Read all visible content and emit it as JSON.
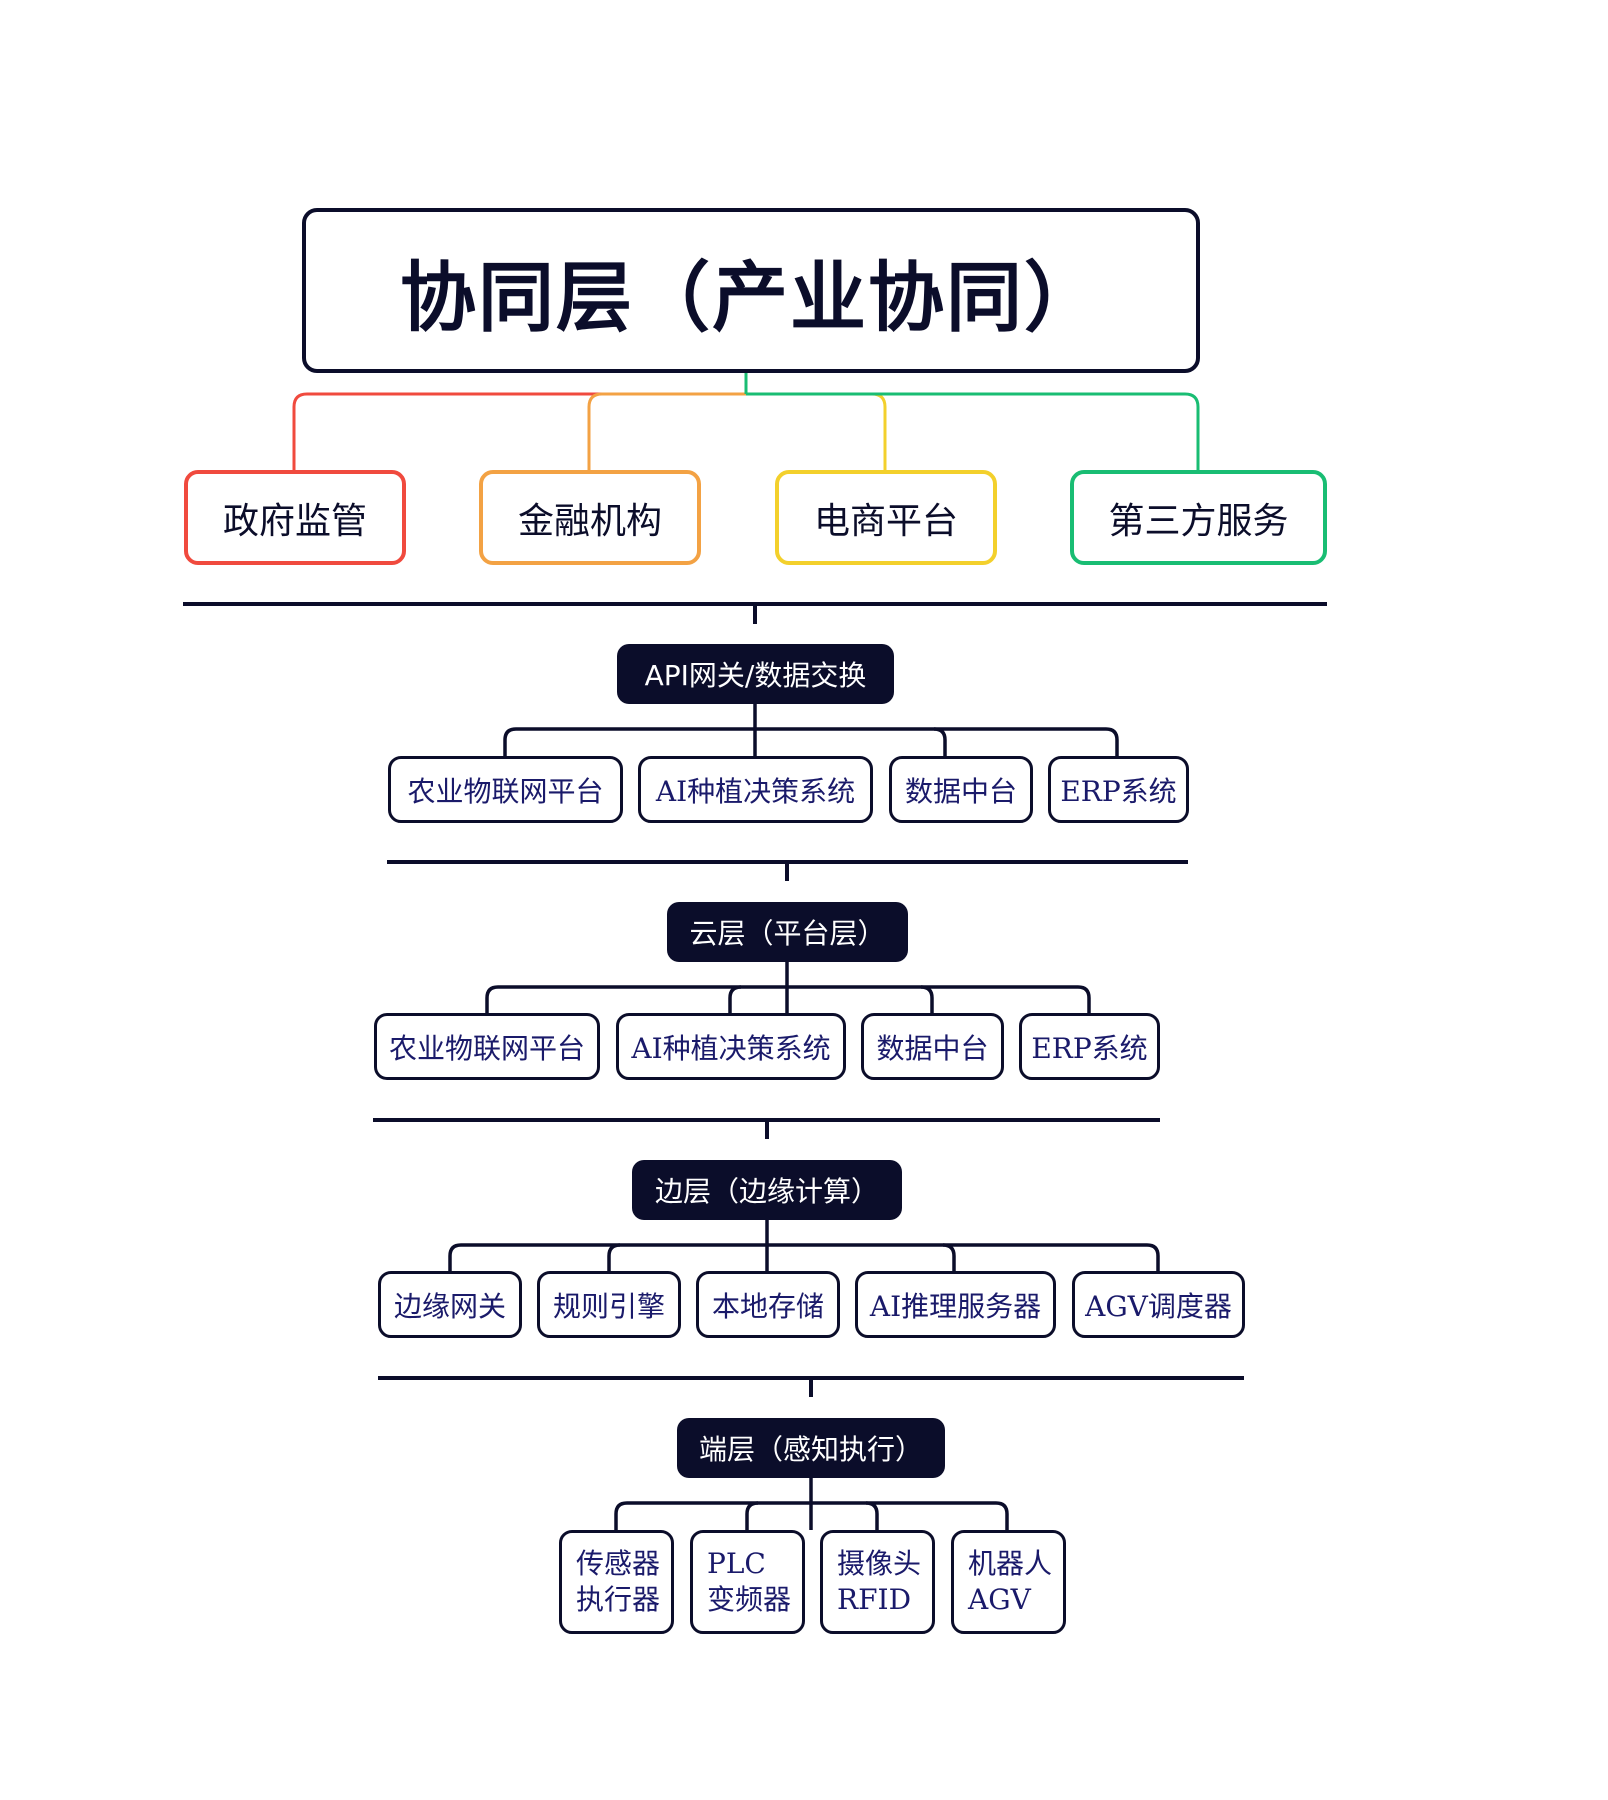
{
  "title": "协同层（产业协同）",
  "categories": [
    {
      "label": "政府监管",
      "color": "#f04a3e"
    },
    {
      "label": "金融机构",
      "color": "#f3a244"
    },
    {
      "label": "电商平台",
      "color": "#f3d02c"
    },
    {
      "label": "第三方服务",
      "color": "#19bd73"
    }
  ],
  "colors": {
    "dark": "#0b0d2a",
    "item_text": "#1a1a6a"
  },
  "sections": [
    {
      "label": "API网关/数据交换",
      "items": [
        "农业物联网平台",
        "AI种植决策系统",
        "数据中台",
        "ERP系统"
      ]
    },
    {
      "label": "云层（平台层）",
      "items": [
        "农业物联网平台",
        "AI种植决策系统",
        "数据中台",
        "ERP系统"
      ]
    },
    {
      "label": "边层（边缘计算）",
      "items": [
        "边缘网关",
        "规则引擎",
        "本地存储",
        "AI推理服务器",
        "AGV调度器"
      ]
    },
    {
      "label": "端层（感知执行）",
      "items": [
        [
          "传感器",
          "执行器"
        ],
        [
          "PLC",
          "变频器"
        ],
        [
          "摄像头",
          "RFID"
        ],
        [
          "机器人",
          "AGV"
        ]
      ]
    }
  ]
}
